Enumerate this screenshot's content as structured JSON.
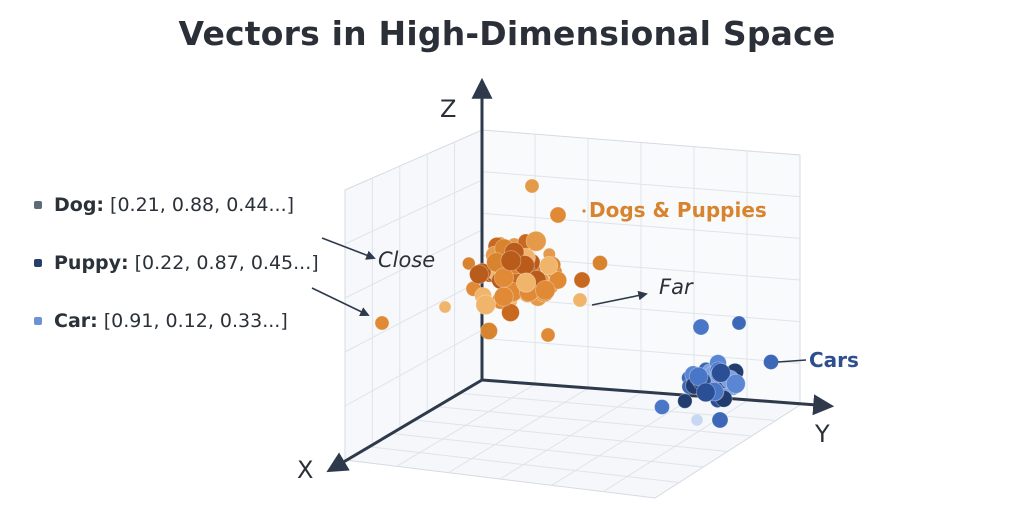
{
  "title": "Vectors in High-Dimensional Space",
  "legend": [
    {
      "name": "Dog:",
      "vector": "[0.21, 0.88, 0.44...]",
      "color": "#5d6b78"
    },
    {
      "name": "Puppy:",
      "vector": "[0.22, 0.87, 0.45...]",
      "color": "#26406b"
    },
    {
      "name": "Car:",
      "vector": "[0.91, 0.12, 0.33...]",
      "color": "#6a93d8"
    }
  ],
  "axes": {
    "x": "X",
    "y": "Y",
    "z": "Z"
  },
  "annotations": {
    "close": "Close",
    "far": "Far"
  },
  "clusters": {
    "dogs": {
      "label": "Dogs & Puppies",
      "color": "#d8832e"
    },
    "cars": {
      "label": "Cars",
      "color": "#3d68b8"
    }
  }
}
